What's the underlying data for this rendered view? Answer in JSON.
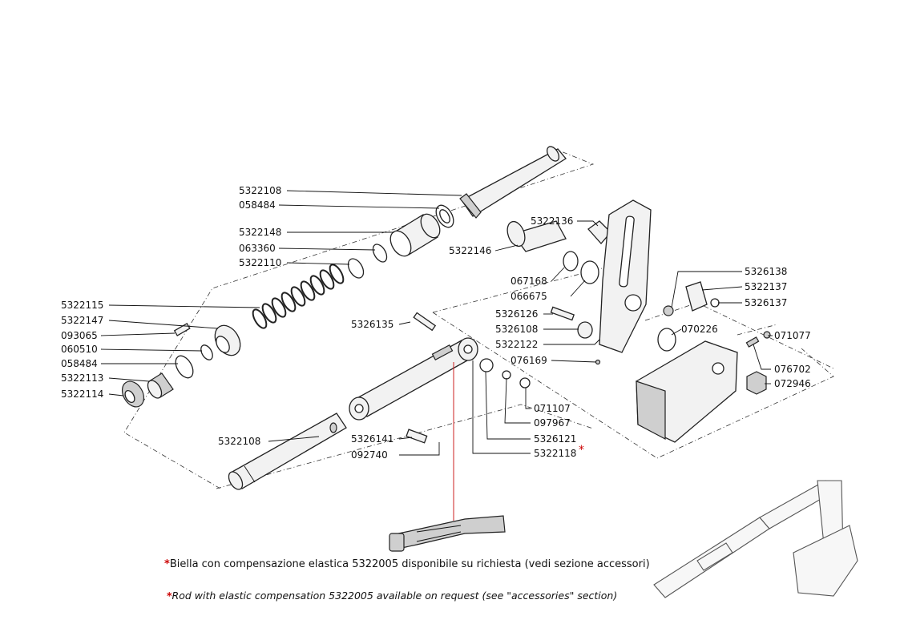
{
  "labels": [
    {
      "id": "l1",
      "text": "5322108"
    },
    {
      "id": "l2",
      "text": "058484"
    },
    {
      "id": "l3",
      "text": "5322148"
    },
    {
      "id": "l4",
      "text": "063360"
    },
    {
      "id": "l5",
      "text": "5322110"
    },
    {
      "id": "l6",
      "text": "5322115"
    },
    {
      "id": "l7",
      "text": "5322147"
    },
    {
      "id": "l8",
      "text": "093065"
    },
    {
      "id": "l9",
      "text": "060510"
    },
    {
      "id": "l10",
      "text": "058484"
    },
    {
      "id": "l11",
      "text": "5322113"
    },
    {
      "id": "l12",
      "text": "5322114"
    },
    {
      "id": "l13",
      "text": "5322108"
    },
    {
      "id": "l14",
      "text": "5322136"
    },
    {
      "id": "l15",
      "text": "5322146"
    },
    {
      "id": "l16",
      "text": "067168"
    },
    {
      "id": "l17",
      "text": "066675"
    },
    {
      "id": "l18",
      "text": "5326126"
    },
    {
      "id": "l19",
      "text": "5326108"
    },
    {
      "id": "l20",
      "text": "5322122"
    },
    {
      "id": "l21",
      "text": "076169"
    },
    {
      "id": "l22",
      "text": "5326135"
    },
    {
      "id": "l23",
      "text": "5326138"
    },
    {
      "id": "l24",
      "text": "5322137"
    },
    {
      "id": "l25",
      "text": "5326137"
    },
    {
      "id": "l26",
      "text": "070226"
    },
    {
      "id": "l27",
      "text": "071077"
    },
    {
      "id": "l28",
      "text": "076702"
    },
    {
      "id": "l29",
      "text": "072946"
    },
    {
      "id": "l30",
      "text": "071107"
    },
    {
      "id": "l31",
      "text": "097967"
    },
    {
      "id": "l32",
      "text": "5326121"
    },
    {
      "id": "l33",
      "text": "5322118"
    },
    {
      "id": "l34",
      "text": "5326141"
    },
    {
      "id": "l35",
      "text": "092740"
    }
  ],
  "asterisk": "*",
  "notes": {
    "italian": "Biella con compensazione elastica 5322005 disponibile su richiesta (vedi sezione accessori)",
    "english": "Rod with elastic compensation 5322005 available on request (see \"accessories\" section)"
  }
}
